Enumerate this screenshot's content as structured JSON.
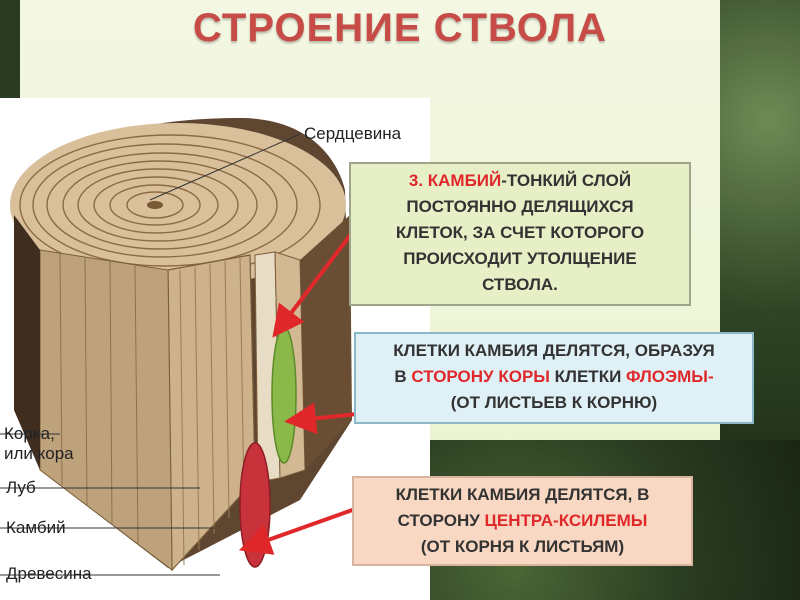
{
  "title": "СТРОЕНИЕ СТВОЛА",
  "labels": {
    "heartwood": "Сердцевина",
    "bark_line1": "Корка,",
    "bark_line2": "или кора",
    "bast": "Луб",
    "cambium": "Камбий",
    "wood": "Древесина"
  },
  "box1": {
    "line1_red": "3. КАМБИЙ",
    "line1_rest": "-ТОНКИЙ СЛОЙ",
    "line2": "ПОСТОЯННО ДЕЛЯЩИХСЯ",
    "line3": "КЛЕТОК, ЗА СЧЕТ КОТОРОГО",
    "line4": "ПРОИСХОДИТ УТОЛЩЕНИЕ",
    "line5": "СТВОЛА."
  },
  "box2": {
    "line1": "КЛЕТКИ КАМБИЯ ДЕЛЯТСЯ, ОБРАЗУЯ",
    "line2_a": "В ",
    "line2_red1": "СТОРОНУ КОРЫ",
    "line2_b": " КЛЕТКИ ",
    "line2_red2": "ФЛОЭМЫ",
    "line2_c": "-",
    "line3": "(ОТ ЛИСТЬЕВ К КОРНЮ)"
  },
  "box3": {
    "line1": "КЛЕТКИ КАМБИЯ ДЕЛЯТСЯ, В",
    "line2_a": "СТОРОНУ ",
    "line2_red": "ЦЕНТРА-КСИЛЕМЫ",
    "line3": "(ОТ КОРНЯ К ЛИСТЬЯМ)"
  },
  "colors": {
    "title": "#c74c48",
    "accent_red": "#e0282b",
    "box1_bg": "#e6efc6",
    "box2_bg": "#dff1f6",
    "box3_bg": "#f8d8c2",
    "green_ellipse": "#8ab94a",
    "red_ellipse": "#c8323a",
    "wood": "#c9b08b",
    "bark": "#6b5037"
  }
}
